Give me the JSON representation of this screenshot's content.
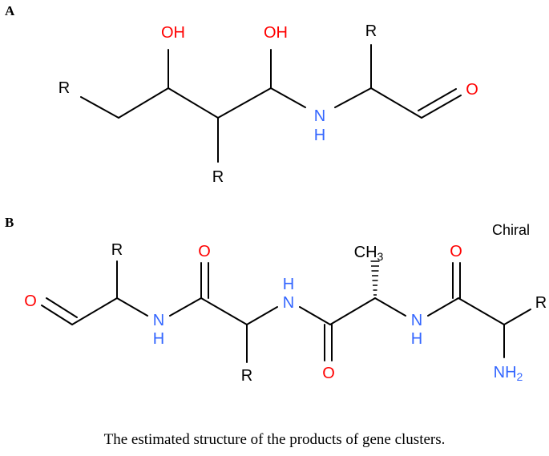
{
  "colors": {
    "carbon": "#000000",
    "oxygen": "#ff0000",
    "nitrogen": "#3366ff"
  },
  "panel_a": {
    "label": "A",
    "r_group_1": "R",
    "r_group_2": "R",
    "r_group_3": "R",
    "hydroxyl_1": "OH",
    "hydroxyl_2": "OH",
    "amine_n": "N",
    "amine_h": "H",
    "aldehyde_o": "O"
  },
  "panel_b": {
    "label": "B",
    "chiral_note": "Chiral",
    "aldehyde_o": "O",
    "r_group_1": "R",
    "r_group_2": "R",
    "r_group_3": "R",
    "carbonyl_o_1": "O",
    "carbonyl_o_2": "O",
    "carbonyl_o_3": "O",
    "amide_n_1": "N",
    "amide_h_1": "H",
    "amide_n_2": "N",
    "amide_h_2": "H",
    "amide_n_3": "N",
    "amide_h_3": "H",
    "methyl": "CH",
    "methyl_subscript": "3",
    "amino": "NH",
    "amino_subscript": "2"
  },
  "caption": "The estimated structure of the products of gene clusters."
}
